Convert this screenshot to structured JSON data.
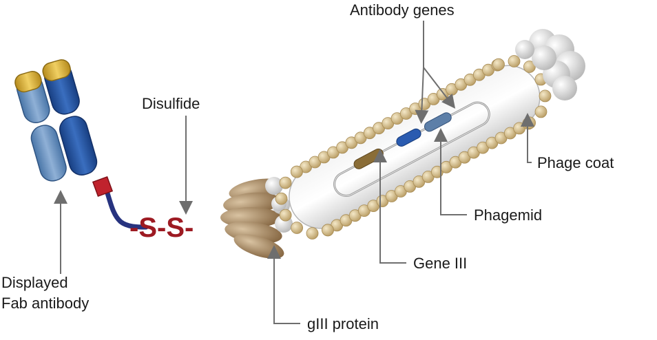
{
  "labels": {
    "antibody_genes": "Antibody genes",
    "disulfide": "Disulfide",
    "phage_coat": "Phage coat",
    "phagemid": "Phagemid",
    "gene_iii": "Gene III",
    "displayed_fab_line1": "Displayed",
    "displayed_fab_line2": "Fab antibody",
    "giii_protein": "gIII protein"
  },
  "bond": {
    "text": "-S-S-"
  },
  "colors": {
    "heavy_chain": "#1f4f9e",
    "light_chain": "#5e8cc0",
    "fab_tip": "#d8ae2c",
    "linker": "#27337f",
    "linker_block": "#c0232d",
    "bond": "#9d1a22",
    "coat_bead": "#d7c08d",
    "giii_protein": "#a3825a",
    "gene_iii": "#8a6d37",
    "antibody_gene_1": "#2a5bb0",
    "antibody_gene_2": "#5d7fa8",
    "arrow": "#6e6e6e"
  },
  "icons": {
    "fab": "fab-antibody-icon",
    "phage": "phage-particle-icon"
  }
}
